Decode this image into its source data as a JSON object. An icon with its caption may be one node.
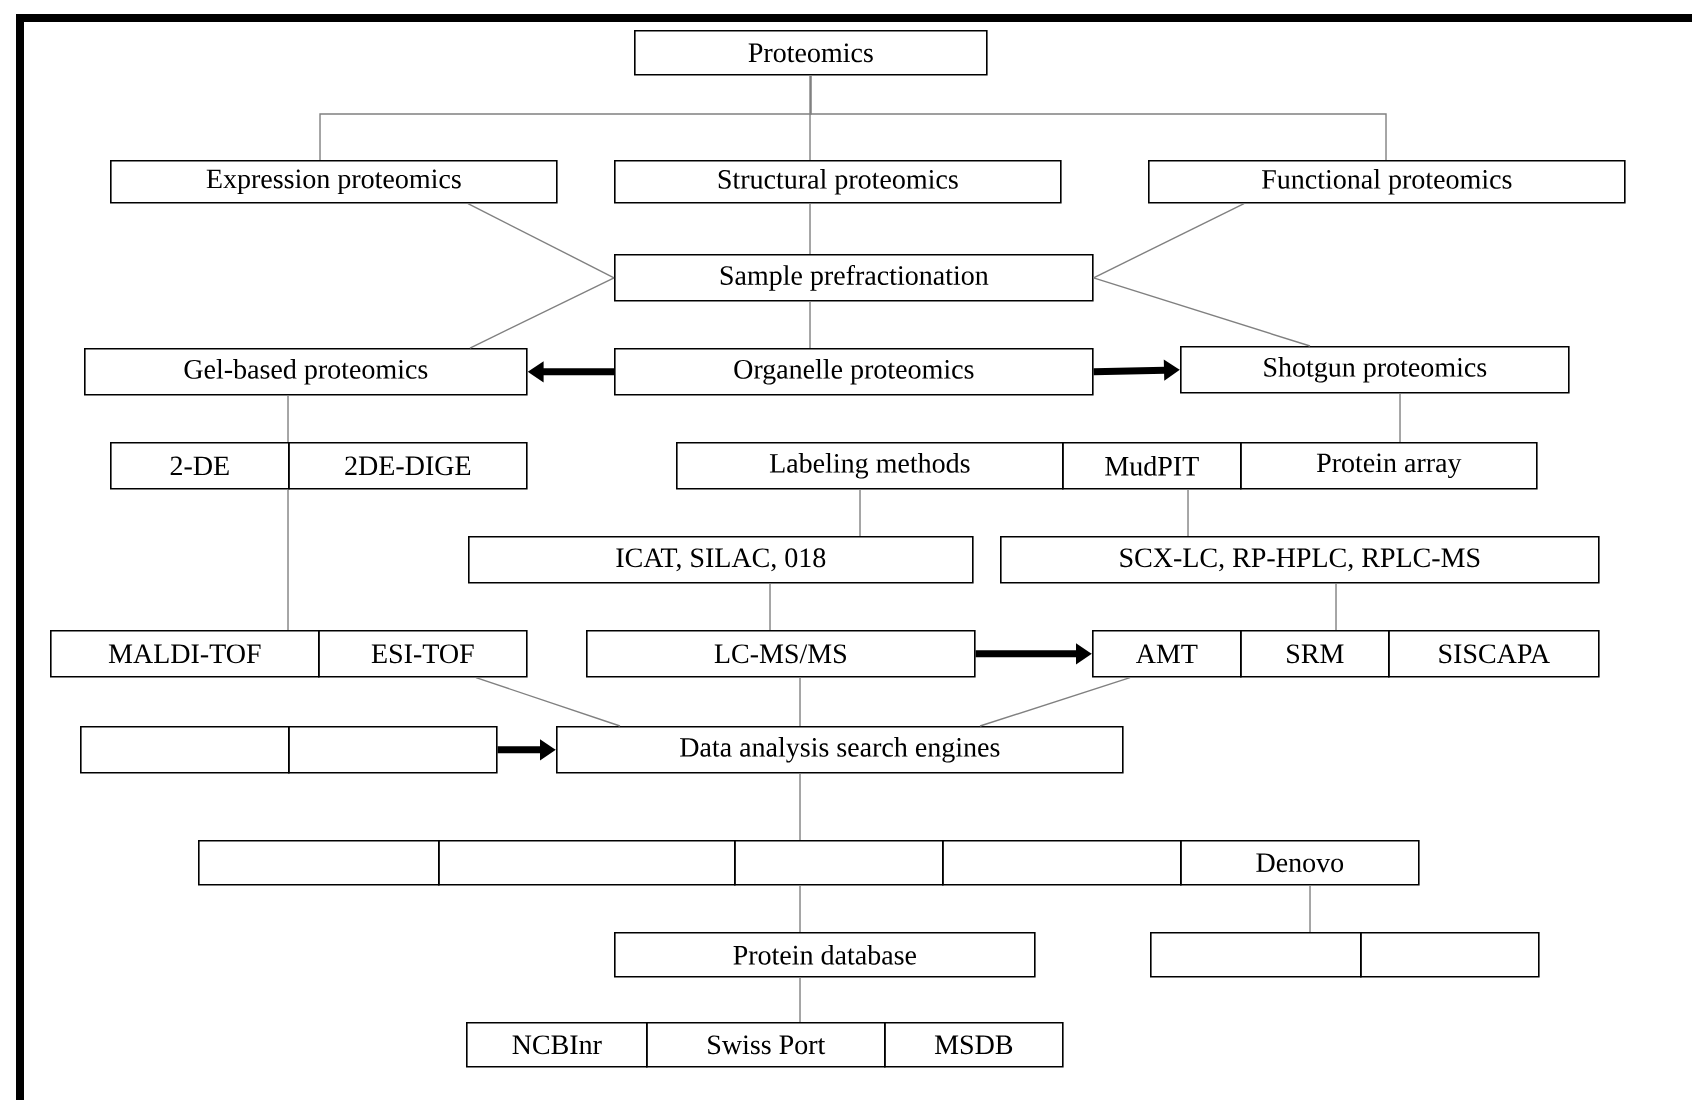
{
  "diagram": {
    "nodes": [
      {
        "text": [
          "Proteomics"
        ]
      },
      {
        "text": [
          "Expression proteomics"
        ]
      },
      {
        "text": [
          "Structural proteomics"
        ]
      },
      {
        "text": [
          "Functional proteomics"
        ]
      },
      {
        "text": [
          "Sample prefractionation"
        ]
      },
      {
        "text": [
          "Gel-based proteomics"
        ]
      },
      {
        "text": [
          "Organelle proteomics"
        ]
      },
      {
        "text": [
          "Shotgun proteomics"
        ]
      },
      {
        "text": [
          "2-DE"
        ]
      },
      {
        "text": [
          "2DE-DIGE"
        ]
      },
      {
        "text": [
          "Labeling methods"
        ]
      },
      {
        "text": [
          "MudPIT"
        ]
      },
      {
        "text": [
          "Protein array"
        ]
      },
      {
        "text": [
          "ICAT, SILAC, 018"
        ]
      },
      {
        "text": [
          "SCX-LC, RP-HPLC, RPLC-MS"
        ]
      },
      {
        "text": [
          "MALDI-TOF"
        ]
      },
      {
        "text": [
          "ESI-TOF"
        ]
      },
      {
        "text": [
          "LC-MS/MS"
        ]
      },
      {
        "text": [
          "AMT"
        ]
      },
      {
        "text": [
          "SRM"
        ]
      },
      {
        "text": [
          "SISCAPA"
        ]
      },
      {
        "text": [],
        "shape": "box"
      },
      {
        "text": [],
        "shape": "box"
      },
      {
        "text": [
          "Data analysis search engines"
        ]
      },
      {
        "text": [],
        "shape": "box"
      },
      {
        "text": [],
        "shape": "box"
      },
      {
        "text": [],
        "shape": "box"
      },
      {
        "text": [],
        "shape": "box"
      },
      {
        "text": [
          "Denovo"
        ]
      },
      {
        "text": [
          "Protein database"
        ]
      },
      {
        "text": [],
        "shape": "box"
      },
      {
        "text": [],
        "shape": "box"
      },
      {
        "text": [
          "NCBInr"
        ]
      },
      {
        "text": [
          "Swiss Port"
        ]
      },
      {
        "text": [
          "MSDB"
        ]
      }
    ],
    "edges": [
      {
        "from": 0,
        "to": 1,
        "arrow": "none"
      },
      {
        "from": 0,
        "to": 2,
        "arrow": "none"
      },
      {
        "from": 0,
        "to": 3,
        "arrow": "none"
      },
      {
        "from": 1,
        "to": 4,
        "arrow": "none"
      },
      {
        "from": 2,
        "to": 4,
        "arrow": "none"
      },
      {
        "from": 3,
        "to": 4,
        "arrow": "none"
      },
      {
        "from": 4,
        "to": 5,
        "arrow": "none"
      },
      {
        "from": 4,
        "to": 6,
        "arrow": "none"
      },
      {
        "from": 4,
        "to": 7,
        "arrow": "none"
      },
      {
        "from": 6,
        "to": 5,
        "arrow": "to",
        "style": "thick",
        "color": "#000000"
      },
      {
        "from": 6,
        "to": 7,
        "arrow": "to",
        "style": "thick",
        "color": "#000000"
      },
      {
        "from": 5,
        "to": 8,
        "arrow": "none"
      },
      {
        "from": 8,
        "to": 15,
        "arrow": "none"
      },
      {
        "from": 7,
        "to": 12,
        "arrow": "none"
      },
      {
        "from": 10,
        "to": 13,
        "arrow": "none"
      },
      {
        "from": 11,
        "to": 14,
        "arrow": "none"
      },
      {
        "from": 13,
        "to": 17,
        "arrow": "none"
      },
      {
        "from": 14,
        "to": 19,
        "arrow": "none"
      },
      {
        "from": 17,
        "to": 18,
        "arrow": "to",
        "style": "thick",
        "color": "#000000"
      },
      {
        "from": 16,
        "to": 23,
        "arrow": "none"
      },
      {
        "from": 17,
        "to": 23,
        "arrow": "none"
      },
      {
        "from": 18,
        "to": 23,
        "arrow": "none"
      },
      {
        "from": 22,
        "to": 23,
        "arrow": "to",
        "style": "thick",
        "color": "#000000"
      },
      {
        "from": 23,
        "to": 26,
        "arrow": "none"
      },
      {
        "from": 26,
        "to": 29,
        "arrow": "none"
      },
      {
        "from": 28,
        "to": 30,
        "arrow": "none"
      },
      {
        "from": 29,
        "to": 33,
        "arrow": "none"
      }
    ]
  }
}
